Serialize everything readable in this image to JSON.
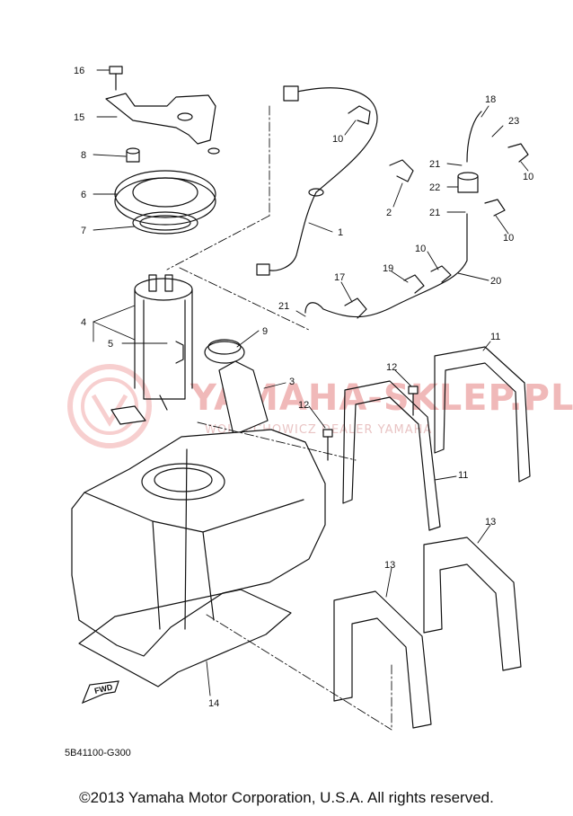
{
  "watermark": {
    "main": "YAMAHA-SKLEP.PL",
    "sub": "WOJCIECHOWICZ DEALER YAMAHA"
  },
  "fwd_label": "FWD",
  "drawing_code": "5B41100-G300",
  "copyright": "©2013 Yamaha Motor Corporation, U.S.A. All rights reserved.",
  "callouts": [
    "16",
    "15",
    "8",
    "6",
    "7",
    "4",
    "5",
    "10",
    "1",
    "18",
    "23",
    "21",
    "10",
    "22",
    "2",
    "21",
    "10",
    "10",
    "19",
    "20",
    "17",
    "21",
    "9",
    "11",
    "12",
    "3",
    "12",
    "11",
    "13",
    "13",
    "14"
  ],
  "colors": {
    "line": "#111111",
    "watermark": "#f0b9b9",
    "background": "#ffffff"
  }
}
